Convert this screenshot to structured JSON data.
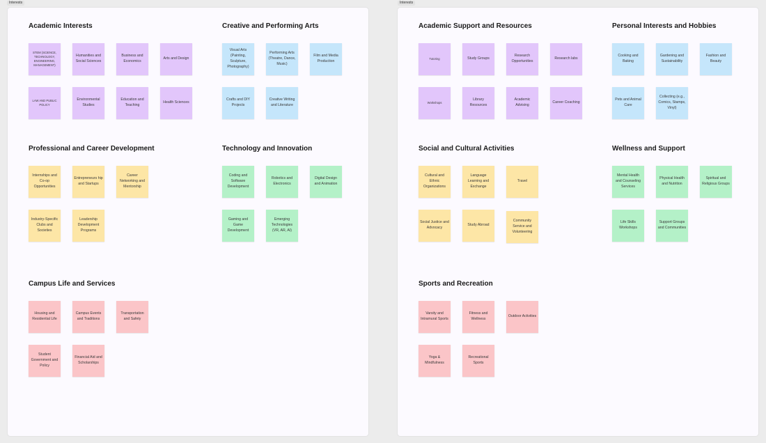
{
  "frames": [
    {
      "tag": "Interests",
      "sections": [
        {
          "title": "Academic Interests",
          "color": "#e2c6fb",
          "notes": [
            "STEM (SCIENCE, TECHNOLOGY, ENGINEERING, MANAGEMENT)",
            "Humanities and Social Sciences",
            "Business and Economics",
            "Arts and Design",
            "LAW AND PUBLIC POLICY",
            "Environmental Studies",
            "Education and Teaching",
            "Health Sciences"
          ]
        },
        {
          "title": "Creative and Performing Arts",
          "color": "#c5e6fb",
          "notes": [
            "Visual Arts (Painting, Sculpture, Photography)",
            "Performing Arts (Theatre, Dance, Music)",
            "Film and Media Production",
            "Crafts and DIY Projects",
            "Creative Writing and Literature"
          ]
        },
        {
          "title": "Professional and Career Development",
          "color": "#fde6a6",
          "notes": [
            "Internships and Co-op Opportunities",
            "Entrepreneurs hip and Startups",
            "Career Networking and Mentorship",
            "Industry-Specific Clubs and Societies",
            "Leadership Development Programs"
          ]
        },
        {
          "title": "Technology and Innovation",
          "color": "#b4f1c8",
          "notes": [
            "Coding and Software Development",
            "Robotics and Electronics",
            "Digital Design and Animation",
            "Gaming and Game Development",
            "Emerging Technologies (VR, AR, AI)"
          ]
        },
        {
          "title": "Campus Life and Services",
          "color": "#fbc5c8",
          "notes": [
            "Housing and Residential Life",
            "Campus Events and Traditions",
            "Transportation and Safety",
            "Student Government and Policy",
            "Financial Aid and Scholarships"
          ]
        }
      ]
    },
    {
      "tag": "Interests",
      "sections": [
        {
          "title": "Academic Support and Resources",
          "color": "#e2c6fb",
          "notes": [
            "Tutoring",
            "Study Groups",
            "Research Opportunities",
            "Research labs",
            "Workshops",
            "Library Resources",
            "Academic Advising",
            "Career Coaching"
          ]
        },
        {
          "title": "Personal Interests and Hobbies",
          "color": "#c5e6fb",
          "notes": [
            "Cooking and Baking",
            "Gardening and Sustainability",
            "Fashion and Beauty",
            "Pets and Animal Care",
            "Collecting (e.g., Comics, Stamps, Vinyl)"
          ]
        },
        {
          "title": "Social and Cultural Activities",
          "color": "#fde6a6",
          "notes": [
            "Cultural and Ethnic Organizations",
            "Language Learning and Exchange",
            "Travel",
            "Social Justice and Advocacy",
            "Study Abroad",
            "Community Service and Volunteering"
          ]
        },
        {
          "title": "Wellness and Support",
          "color": "#b4f1c8",
          "notes": [
            "Mental Health and Counseling Services",
            "Physical Health and Nutrition",
            "Spiritual and Religious Groups",
            "Life Skills Workshops",
            "Support Groups and Communities"
          ]
        },
        {
          "title": "Sports and Recreation",
          "color": "#fbc5c8",
          "notes": [
            "Varsity and Intramural Sports",
            "Fitness and Wellness",
            "Outdoor Activities",
            "Yoga & Mindfulness",
            "Recreational Sports"
          ]
        }
      ]
    }
  ]
}
